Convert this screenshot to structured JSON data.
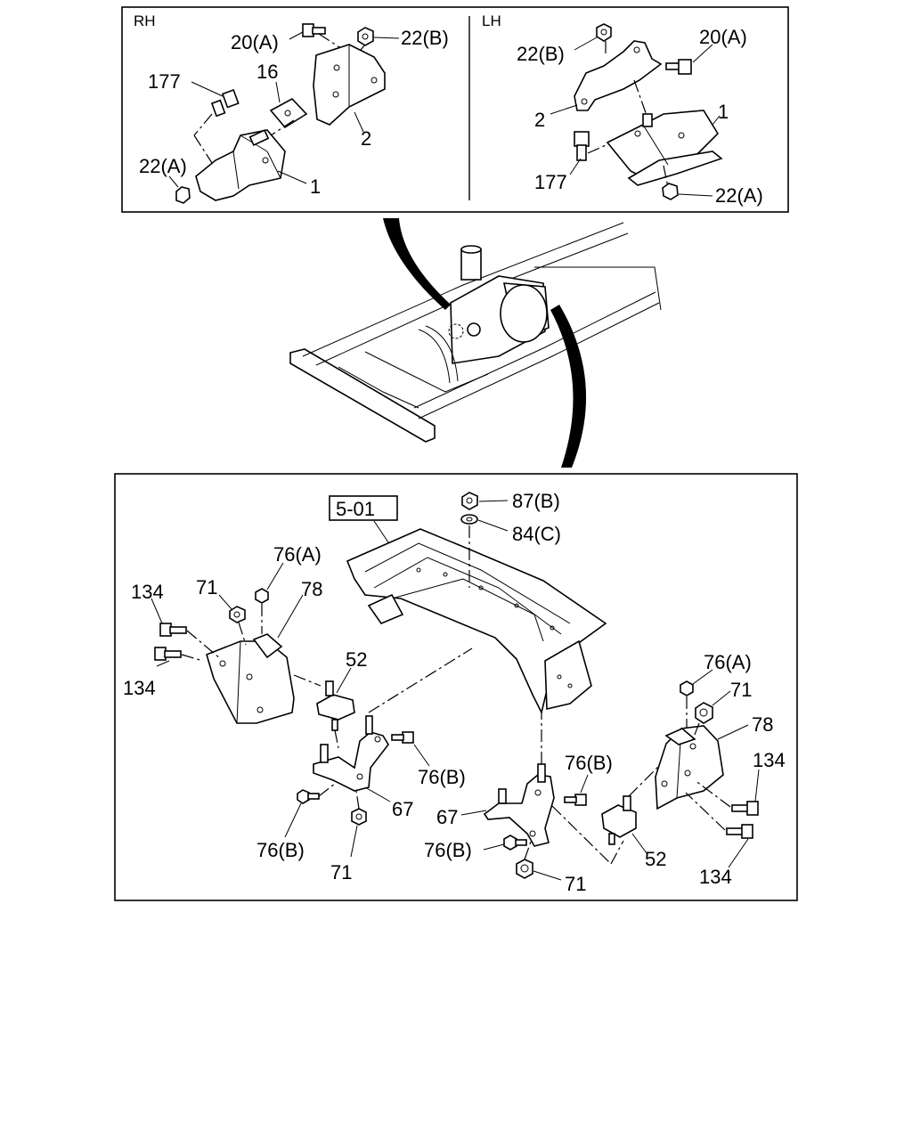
{
  "top_panel": {
    "rh_label": "RH",
    "lh_label": "LH",
    "rh_callouts": {
      "c20a": "20(A)",
      "c22b": "22(B)",
      "c177": "177",
      "c16": "16",
      "c2": "2",
      "c22a": "22(A)",
      "c1": "1"
    },
    "lh_callouts": {
      "c22b": "22(B)",
      "c20a": "20(A)",
      "c2": "2",
      "c1": "1",
      "c177": "177",
      "c22a": "22(A)"
    }
  },
  "bottom_panel": {
    "ref_box": "5-01",
    "callouts": {
      "c87b": "87(B)",
      "c84c": "84(C)",
      "c76a_l": "76(A)",
      "c134_l1": "134",
      "c71_l1": "71",
      "c78_l": "78",
      "c134_l2": "134",
      "c52_l": "52",
      "c76b_l1": "76(B)",
      "c67_l": "67",
      "c76b_l2": "76(B)",
      "c71_l2": "71",
      "c76a_r": "76(A)",
      "c71_r1": "71",
      "c78_r": "78",
      "c134_r1": "134",
      "c76b_r1": "76(B)",
      "c67_r": "67",
      "c76b_r2": "76(B)",
      "c52_r": "52",
      "c134_r2": "134",
      "c71_r2": "71"
    }
  }
}
